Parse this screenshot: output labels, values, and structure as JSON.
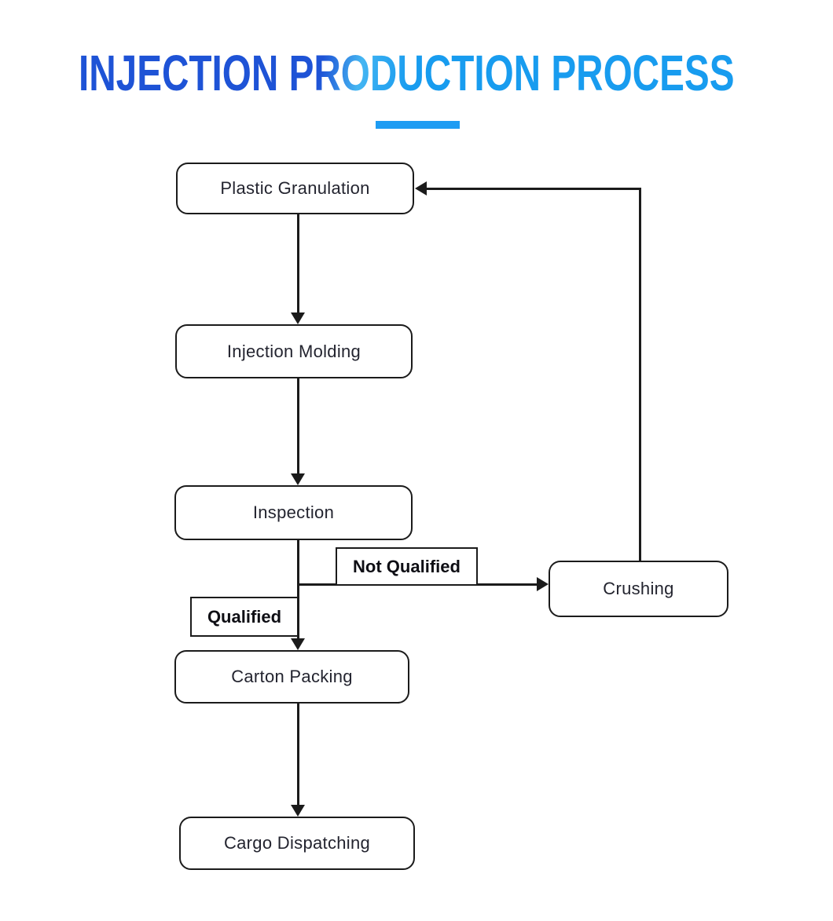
{
  "title": "INJECTION PRODUCTION PROCESS",
  "colors": {
    "title_gradient_left": "#1E53D6",
    "title_gradient_right": "#189CEF",
    "title_gradient_streak": "#45B6F2",
    "underline": "#1E9CF3",
    "line": "#1b1b1b",
    "node_fill": "#ffffff",
    "node_text": "#23242f"
  },
  "nodes": {
    "plastic": {
      "label": "Plastic Granulation"
    },
    "injection": {
      "label": "Injection Molding"
    },
    "inspection": {
      "label": "Inspection"
    },
    "crushing": {
      "label": "Crushing"
    },
    "carton": {
      "label": "Carton Packing"
    },
    "cargo": {
      "label": "Cargo Dispatching"
    }
  },
  "edge_labels": {
    "not_qualified": {
      "label": "Not Qualified"
    },
    "qualified": {
      "label": "Qualified"
    }
  },
  "edges": [
    {
      "from": "Plastic Granulation",
      "to": "Injection Molding",
      "label": ""
    },
    {
      "from": "Injection Molding",
      "to": "Inspection",
      "label": ""
    },
    {
      "from": "Inspection",
      "to": "Crushing",
      "label": "Not Qualified"
    },
    {
      "from": "Inspection",
      "to": "Carton Packing",
      "label": "Qualified"
    },
    {
      "from": "Crushing",
      "to": "Plastic Granulation",
      "label": ""
    },
    {
      "from": "Carton Packing",
      "to": "Cargo Dispatching",
      "label": ""
    }
  ]
}
